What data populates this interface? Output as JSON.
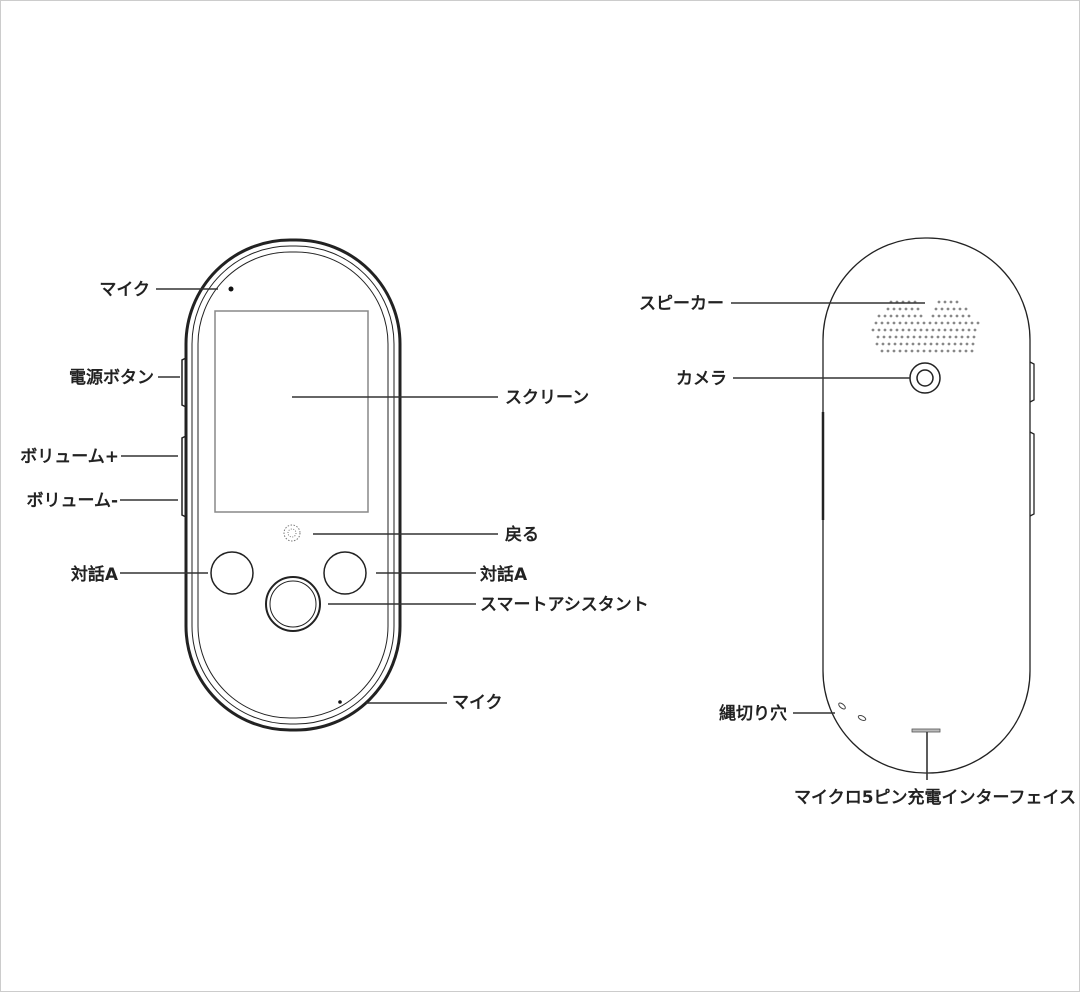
{
  "front": {
    "labels": {
      "mic_top": "マイク",
      "power": "電源ボタン",
      "vol_up": "ボリューム+",
      "vol_down": "ボリューム-",
      "talk_a_left": "対話A",
      "screen": "スクリーン",
      "back": "戻る",
      "talk_a_right": "対話A",
      "assistant": "スマートアシスタント",
      "mic_bottom": "マイク"
    }
  },
  "back": {
    "labels": {
      "speaker": "スピーカー",
      "camera": "カメラ",
      "strap_hole": "縄切り穴",
      "charge_port": "マイクロ5ピン充電インターフェイス"
    }
  }
}
